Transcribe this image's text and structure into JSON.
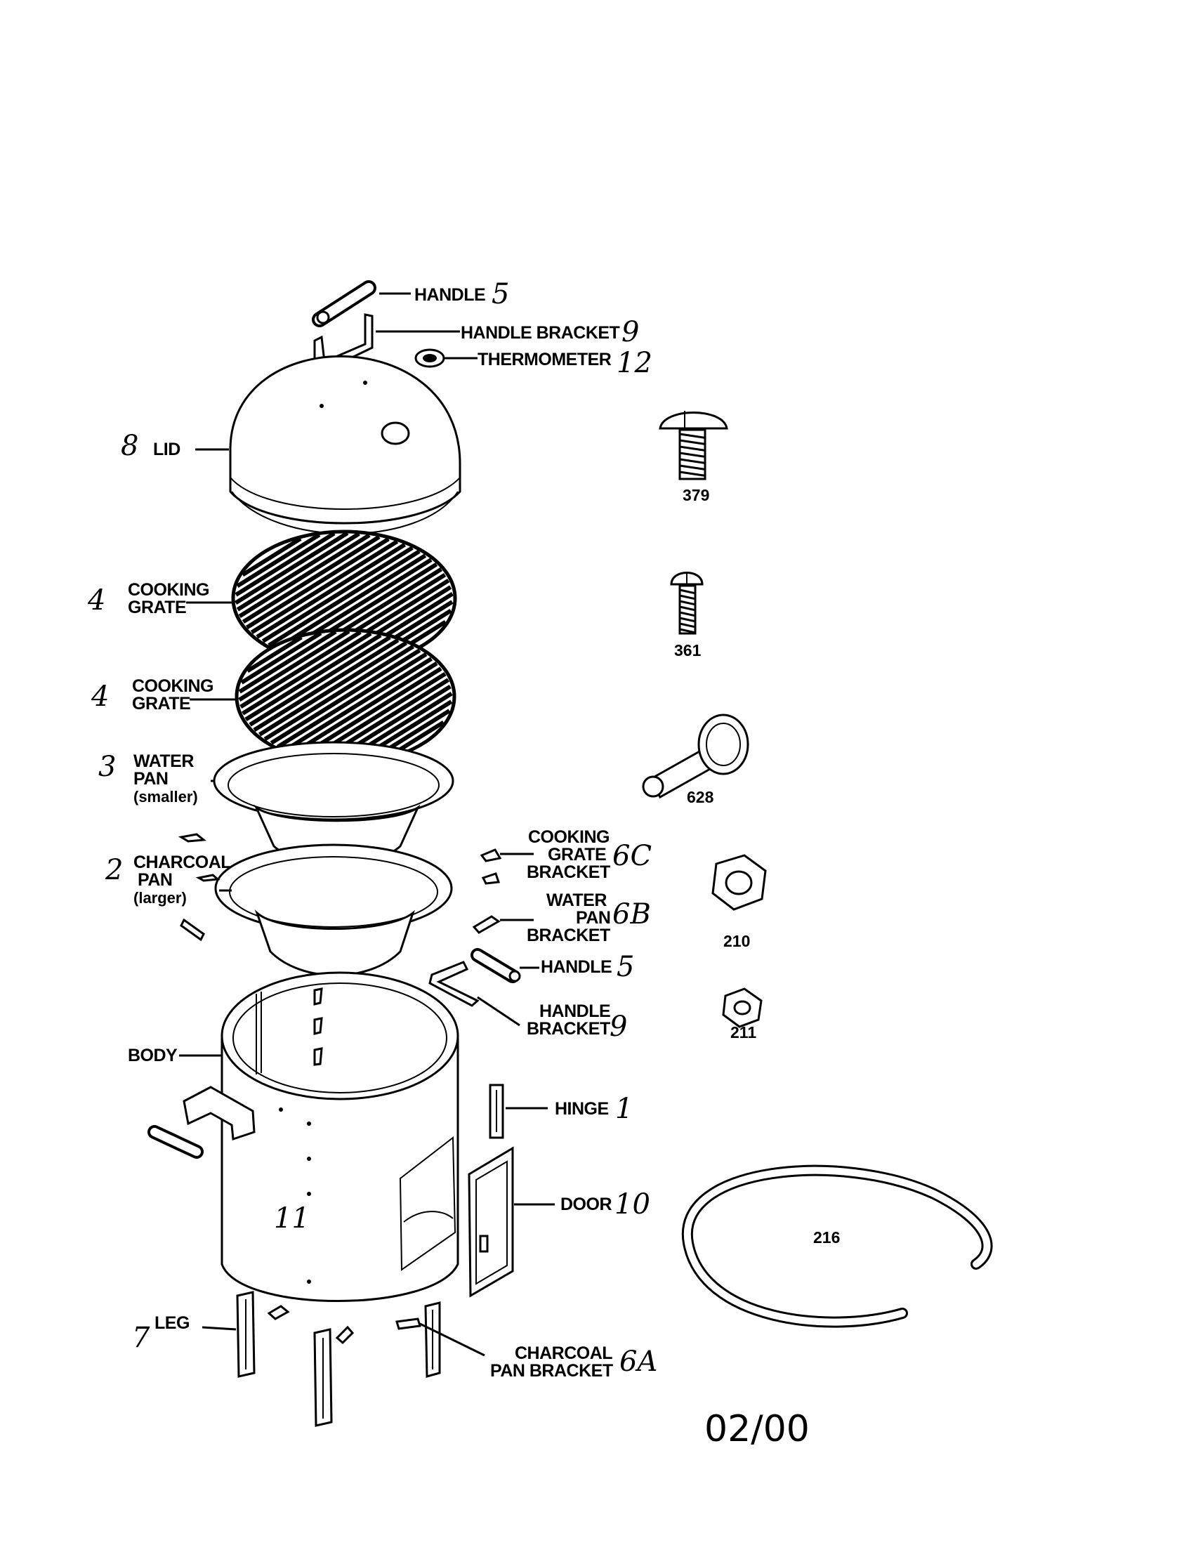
{
  "labels": {
    "handle_top": "HANDLE",
    "handle_bracket_top": "HANDLE BRACKET",
    "thermometer": "THERMOMETER",
    "lid": "LID",
    "cooking_grate_1_a": "COOKING",
    "cooking_grate_1_b": "GRATE",
    "cooking_grate_2_a": "COOKING",
    "cooking_grate_2_b": "GRATE",
    "water_pan_a": "WATER",
    "water_pan_b": "PAN",
    "water_pan_c": "(smaller)",
    "charcoal_pan_a": "CHARCOAL",
    "charcoal_pan_b": "PAN",
    "charcoal_pan_c": "(larger)",
    "cgb_a": "COOKING",
    "cgb_b": "GRATE",
    "cgb_c": "BRACKET",
    "wpb_a": "WATER",
    "wpb_b": "PAN",
    "wpb_c": "BRACKET",
    "handle_side": "HANDLE",
    "handle_bracket_side_a": "HANDLE",
    "handle_bracket_side_b": "BRACKET",
    "body": "BODY",
    "hinge": "HINGE",
    "door": "DOOR",
    "leg": "LEG",
    "cpb_a": "CHARCOAL",
    "cpb_b": "PAN BRACKET"
  },
  "part_numbers": {
    "screw_379": "379",
    "screw_361": "361",
    "screw_628": "628",
    "nut_210": "210",
    "nut_211": "211",
    "gasket_216": "216"
  },
  "handwritten": {
    "handle_top": "5",
    "handle_bracket_top": "9",
    "thermometer": "12",
    "lid": "8",
    "cooking_grate_1": "4",
    "cooking_grate_2": "4",
    "water_pan": "3",
    "charcoal_pan": "2",
    "cooking_grate_bracket": "6C",
    "water_pan_bracket": "6B",
    "handle_side": "5",
    "handle_bracket_side": "9",
    "hinge": "1",
    "door": "10",
    "body": "11",
    "leg": "7",
    "charcoal_pan_bracket": "6A"
  },
  "date": "02/00"
}
